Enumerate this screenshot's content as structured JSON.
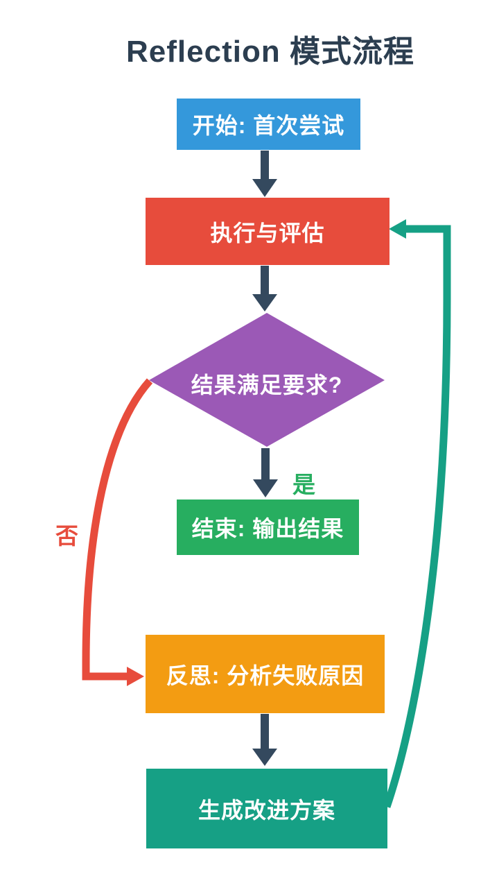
{
  "title": "Reflection 模式流程",
  "nodes": {
    "start": {
      "label": "开始: 首次尝试",
      "color": "#3498db"
    },
    "execute": {
      "label": "执行与评估",
      "color": "#e74c3c"
    },
    "decision": {
      "label": "结果满足要求?",
      "color": "#9b59b6"
    },
    "finish": {
      "label": "结束: 输出结果",
      "color": "#27ae60"
    },
    "reflect": {
      "label": "反思: 分析失败原因",
      "color": "#f39c12"
    },
    "improve": {
      "label": "生成改进方案",
      "color": "#16a085"
    }
  },
  "edges": {
    "yes_label": "是",
    "no_label": "否",
    "flow_color": "#34495e",
    "no_branch_color": "#e74c3c",
    "loop_back_color": "#16a085",
    "yes_label_color": "#27ae60",
    "title_color": "#2c3e50"
  }
}
